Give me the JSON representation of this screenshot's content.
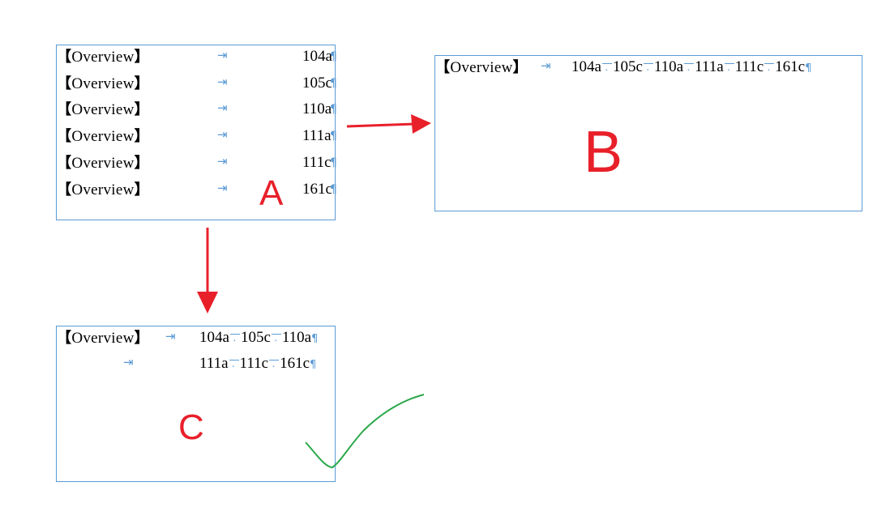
{
  "label_text": "Overview",
  "bracket_open": "【",
  "bracket_close": "】",
  "tab_glyph": "⇥",
  "para_glyph": "¶",
  "box_a": {
    "letter": "A",
    "rows": [
      {
        "code": "104a"
      },
      {
        "code": "105c"
      },
      {
        "code": "110a"
      },
      {
        "code": "111a"
      },
      {
        "code": "111c"
      },
      {
        "code": "161c"
      }
    ]
  },
  "box_b": {
    "letter": "B",
    "codes": [
      "104a",
      "105c",
      "110a",
      "111a",
      "111c",
      "161c"
    ]
  },
  "box_c": {
    "letter": "C",
    "line1_codes": [
      "104a",
      "105c",
      "110a"
    ],
    "line2_codes": [
      "111a",
      "111c",
      "161c"
    ]
  },
  "colors": {
    "box_border": "#5b9bd5",
    "arrow": "#e8202a",
    "letter": "#e8202a",
    "checkmark": "#2aa84a"
  }
}
